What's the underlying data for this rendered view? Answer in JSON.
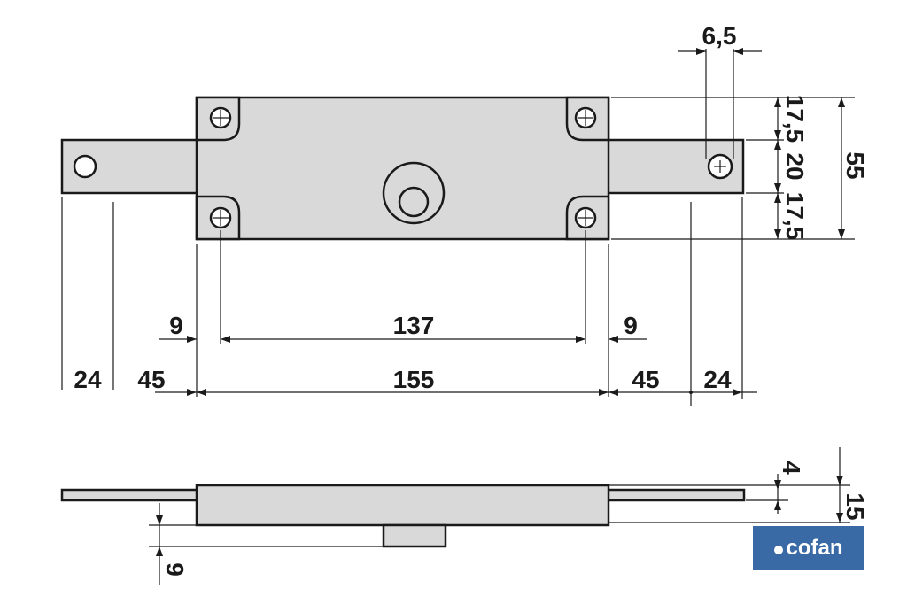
{
  "dimensions": {
    "top_width": "6,5",
    "upper_offset": "17,5",
    "middle_span": "20",
    "lower_offset": "17,5",
    "body_height": "55",
    "left_hole_margin": "9",
    "hole_spacing": "137",
    "right_hole_margin": "9",
    "left_tab_hole": "24",
    "left_tab_length": "45",
    "body_length": "155",
    "right_tab_length": "45",
    "right_tab_hole": "24",
    "tab_thickness": "4",
    "total_thickness": "15",
    "cylinder_height": "9"
  },
  "brand": {
    "logo_text": "cofan",
    "color": "#3a6aa6"
  }
}
